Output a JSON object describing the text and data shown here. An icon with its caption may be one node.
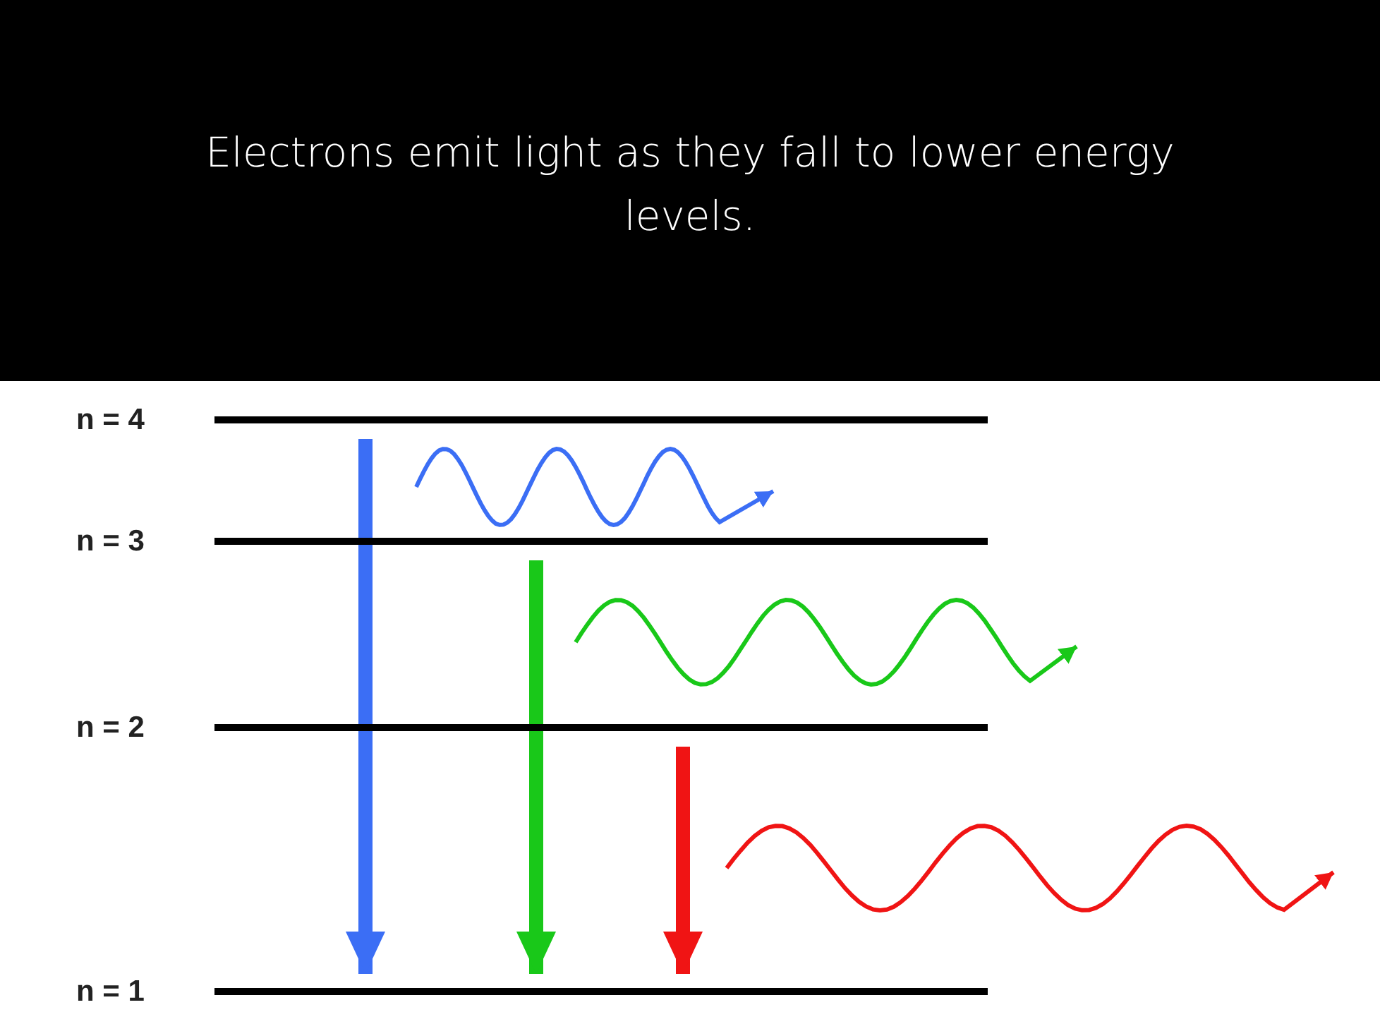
{
  "diagram": {
    "title": "Electrons emit light as they fall to lower energy levels.",
    "nodes": [
      {
        "text": [
          "n = 4"
        ]
      },
      {
        "text": [
          "n = 3"
        ]
      },
      {
        "text": [
          "n = 2"
        ]
      },
      {
        "text": [
          "n = 1"
        ]
      }
    ],
    "edges": [
      {
        "from": 0,
        "to": 3,
        "arrow": "to",
        "color": "#3b6ef5"
      },
      {
        "from": 1,
        "to": 3,
        "arrow": "to",
        "color": "#19c819"
      },
      {
        "from": 2,
        "to": 3,
        "arrow": "to",
        "color": "#f01414"
      }
    ]
  }
}
